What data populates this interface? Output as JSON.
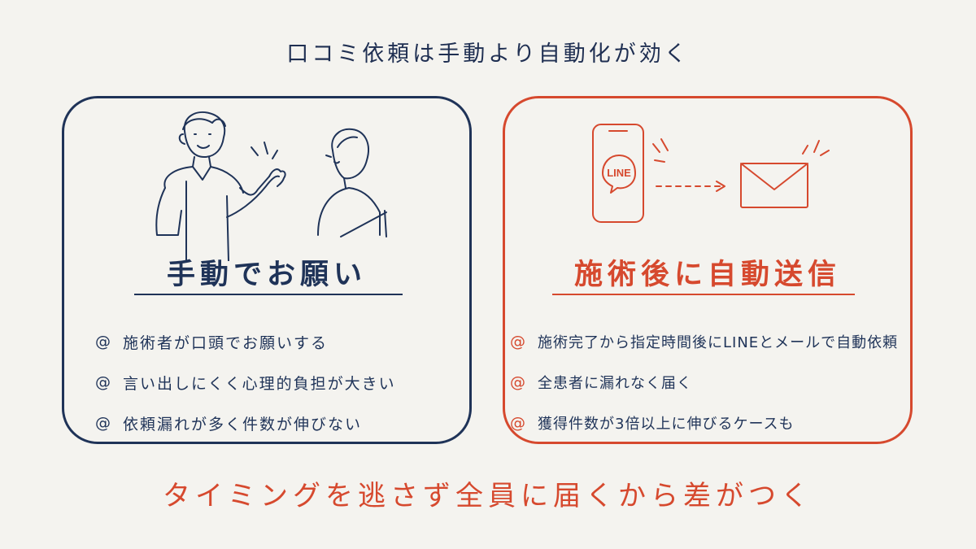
{
  "title": "口コミ依頼は手動より自動化が効く",
  "left_panel": {
    "heading": "手動でお願い",
    "bullet_symbol": "@",
    "items": [
      "施術者が口頭でお願いする",
      "言い出しにくく心理的負担が大きい",
      "依頼漏れが多く件数が伸びない"
    ],
    "accent_color": "#1f3358"
  },
  "right_panel": {
    "heading": "施術後に自動送信",
    "bullet_symbol": "@",
    "items": [
      "施術完了から指定時間後にLINEとメールで自動依頼",
      "全患者に漏れなく届く",
      "獲得件数が3倍以上に伸びるケースも"
    ],
    "phone_badge": "LINE",
    "accent_color": "#d6492e"
  },
  "footer": "タイミングを逃さず全員に届くから差がつく"
}
